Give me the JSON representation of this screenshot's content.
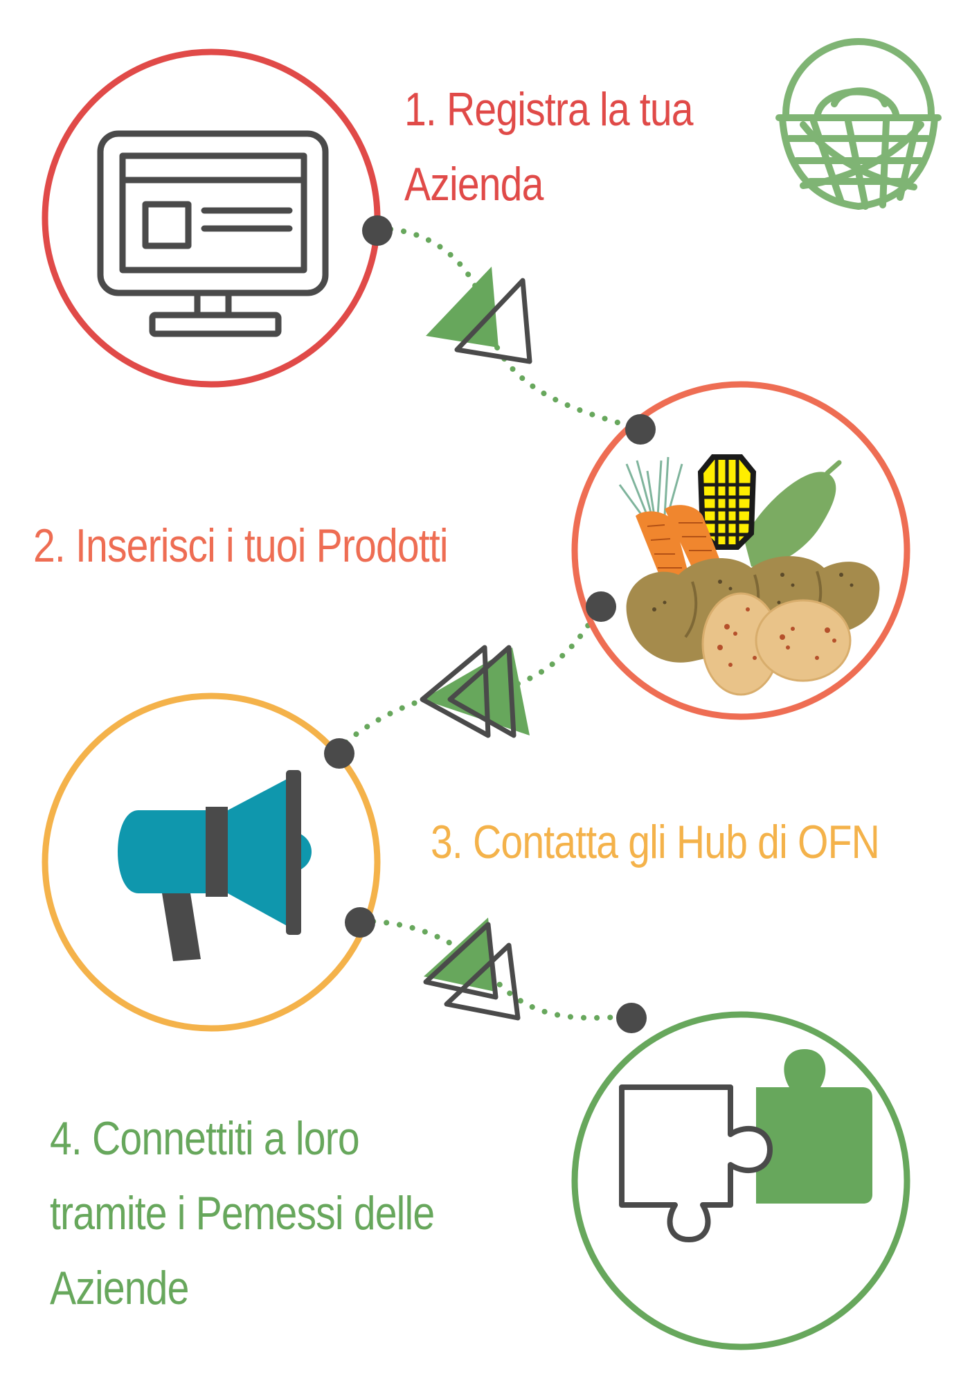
{
  "colors": {
    "step1": "#e04a48",
    "step2": "#ee6d53",
    "step3": "#f4b24a",
    "step4": "#67a75c",
    "connector": "#4a4a4a",
    "accent_green": "#65a65a",
    "megaphone_blue": "#0f97ad"
  },
  "steps": [
    {
      "lines": [
        "1. Registra la tua",
        "Azienda"
      ],
      "icon": "monitor-icon"
    },
    {
      "lines": [
        "2. Inserisci i tuoi Prodotti"
      ],
      "icon": "vegetables-icon"
    },
    {
      "lines": [
        "3. Contatta gli Hub di OFN"
      ],
      "icon": "megaphone-icon"
    },
    {
      "lines": [
        "4. Connettiti a loro",
        "tramite i Pemessi delle",
        "Aziende"
      ],
      "icon": "puzzle-icon"
    }
  ],
  "logo_icon": "basket-icon"
}
